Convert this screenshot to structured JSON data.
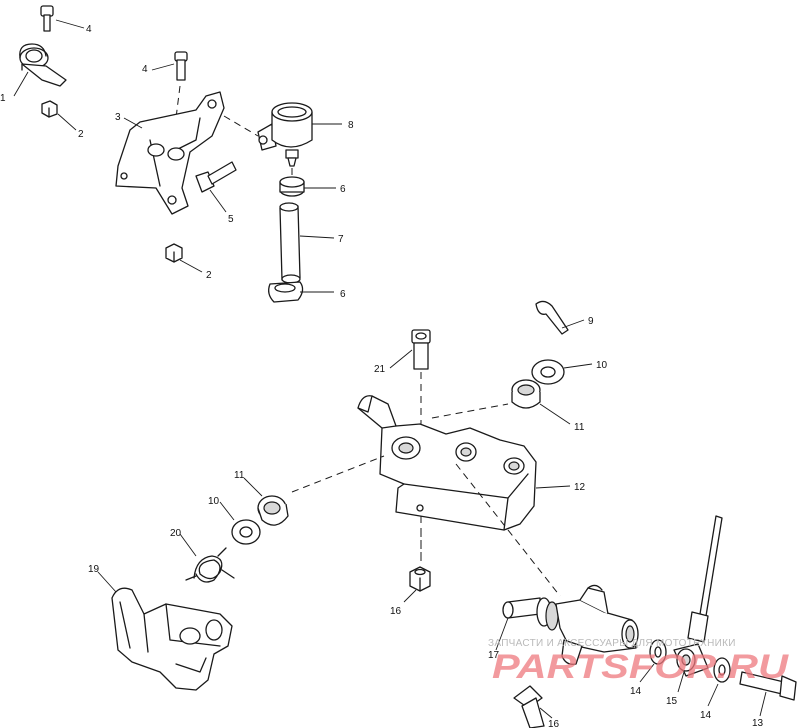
{
  "callouts": [
    {
      "id": "c-4a",
      "label": "4"
    },
    {
      "id": "c-1",
      "label": "1"
    },
    {
      "id": "c-2a",
      "label": "2"
    },
    {
      "id": "c-4b",
      "label": "4"
    },
    {
      "id": "c-3",
      "label": "3"
    },
    {
      "id": "c-8",
      "label": "8"
    },
    {
      "id": "c-5",
      "label": "5"
    },
    {
      "id": "c-6a",
      "label": "6"
    },
    {
      "id": "c-7",
      "label": "7"
    },
    {
      "id": "c-2b",
      "label": "2"
    },
    {
      "id": "c-6b",
      "label": "6"
    },
    {
      "id": "c-9",
      "label": "9"
    },
    {
      "id": "c-10a",
      "label": "10"
    },
    {
      "id": "c-21",
      "label": "21"
    },
    {
      "id": "c-11a",
      "label": "11"
    },
    {
      "id": "c-12",
      "label": "12"
    },
    {
      "id": "c-11b",
      "label": "11"
    },
    {
      "id": "c-10b",
      "label": "10"
    },
    {
      "id": "c-20",
      "label": "20"
    },
    {
      "id": "c-19",
      "label": "19"
    },
    {
      "id": "c-16a",
      "label": "16"
    },
    {
      "id": "c-17",
      "label": "17"
    },
    {
      "id": "c-14a",
      "label": "14"
    },
    {
      "id": "c-15",
      "label": "15"
    },
    {
      "id": "c-14b",
      "label": "14"
    },
    {
      "id": "c-13",
      "label": "13"
    },
    {
      "id": "c-16b",
      "label": "16"
    }
  ],
  "watermark": {
    "tagline": "ЗАПЧАСТИ И АКСЕССУАРЫ ДЛЯ МОТОТЕХНИКИ",
    "logo": "PARTSFOR.RU",
    "color": "#ee787d"
  }
}
